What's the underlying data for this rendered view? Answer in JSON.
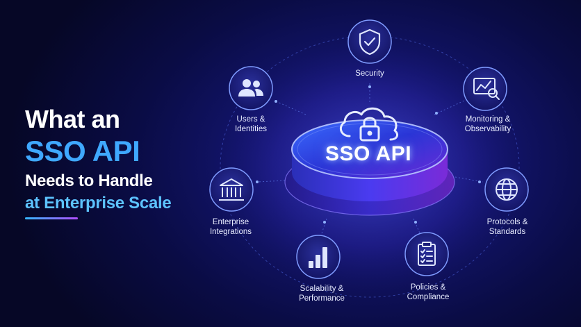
{
  "headline": {
    "line1": "What an",
    "line2": "SSO API",
    "line3": "Needs to Handle",
    "line4": "at Enterprise Scale"
  },
  "center": {
    "label": "SSO API"
  },
  "nodes": [
    {
      "id": "security",
      "label": "Security",
      "icon": "shield-check-icon"
    },
    {
      "id": "monitoring",
      "label": "Monitoring &\nObservability",
      "icon": "chart-magnifier-icon"
    },
    {
      "id": "protocols",
      "label": "Protocols &\nStandards",
      "icon": "globe-icon"
    },
    {
      "id": "policies",
      "label": "Policies &\nCompliance",
      "icon": "clipboard-checklist-icon"
    },
    {
      "id": "scalability",
      "label": "Scalability &\nPerformance",
      "icon": "bar-chart-icon"
    },
    {
      "id": "integrations",
      "label": "Enterprise\nIntegrations",
      "icon": "bank-building-icon"
    },
    {
      "id": "users",
      "label": "Users &\nIdentities",
      "icon": "users-icon"
    }
  ],
  "colors": {
    "accent_blue": "#3fa8ff",
    "accent_cyan": "#5dc3ff",
    "accent_purple": "#b04dff",
    "node_ring": "#6a8cff"
  }
}
